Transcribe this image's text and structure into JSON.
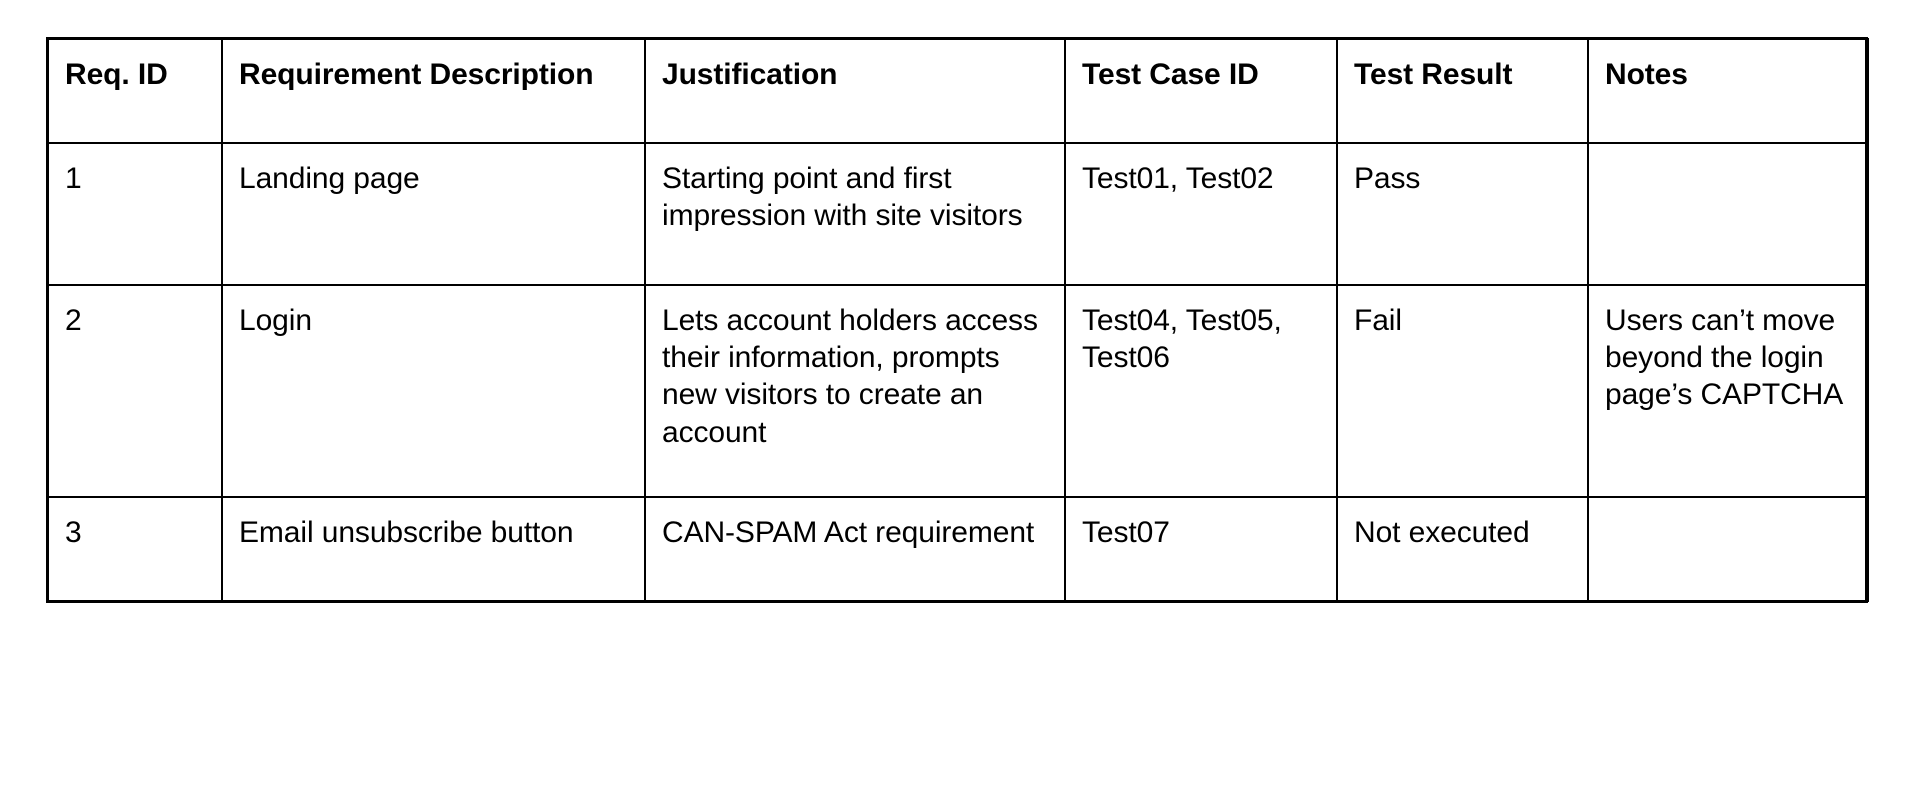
{
  "table": {
    "name": "requirements-traceability-matrix",
    "columns": [
      {
        "key": "req_id",
        "label": "Req. ID"
      },
      {
        "key": "description",
        "label": "Requirement Description"
      },
      {
        "key": "justification",
        "label": "Justification"
      },
      {
        "key": "test_case_id",
        "label": "Test Case ID"
      },
      {
        "key": "test_result",
        "label": "Test Result"
      },
      {
        "key": "notes",
        "label": "Notes"
      }
    ],
    "rows": [
      {
        "req_id": "1",
        "description": "Landing page",
        "justification": "Starting point and first impression with site visitors",
        "test_case_id": "Test01, Test02",
        "test_result": "Pass",
        "notes": ""
      },
      {
        "req_id": "2",
        "description": "Login",
        "justification": "Lets account holders access their information, prompts new visitors to create an account",
        "test_case_id": "Test04, Test05, Test06",
        "test_result": "Fail",
        "notes": "Users can’t move beyond the login page’s CAPTCHA"
      },
      {
        "req_id": "3",
        "description": "Email unsubscribe button",
        "justification": "CAN-SPAM Act requirement",
        "test_case_id": "Test07",
        "test_result": "Not executed",
        "notes": ""
      }
    ]
  },
  "colors": {
    "border": "#000000",
    "text": "#000000",
    "background": "#ffffff"
  }
}
